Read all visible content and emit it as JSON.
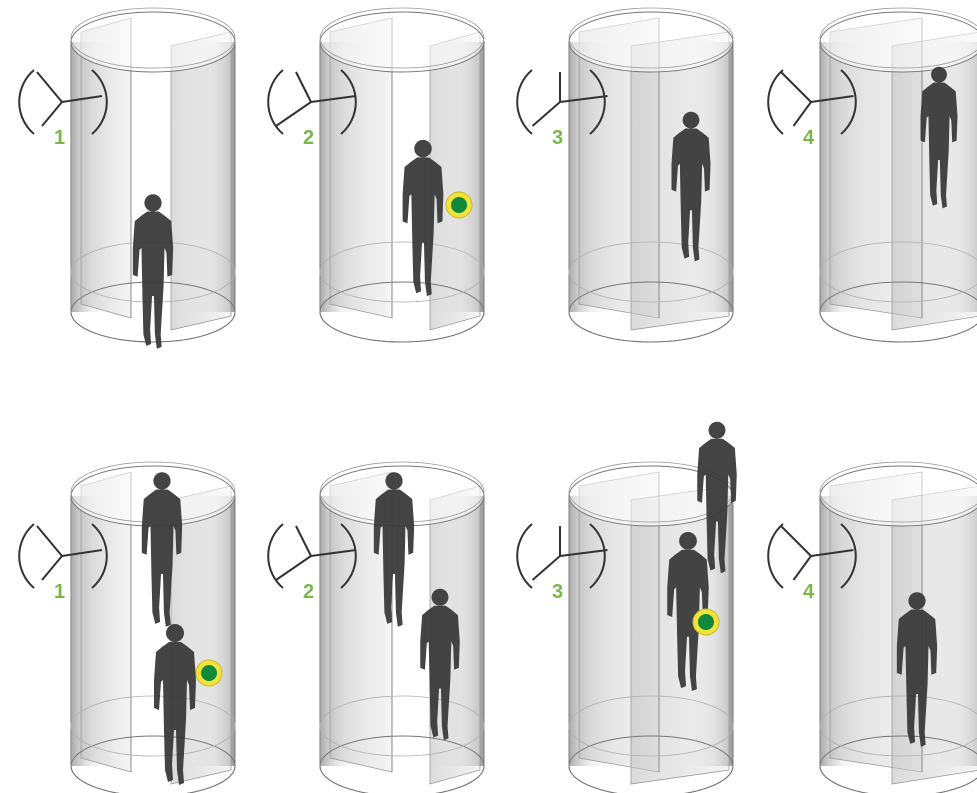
{
  "colors": {
    "step_number": "#7ab648",
    "silhouette": "#3a3a3a",
    "sensor_ring": "#f2e33c",
    "sensor_fill": "#0e8a3a",
    "outline": "#777777"
  },
  "rows": [
    {
      "panels": [
        {
          "step": "1",
          "sensor": false,
          "people": 1
        },
        {
          "step": "2",
          "sensor": true,
          "people": 1
        },
        {
          "step": "3",
          "sensor": false,
          "people": 1
        },
        {
          "step": "4",
          "sensor": false,
          "people": 1
        }
      ]
    },
    {
      "panels": [
        {
          "step": "1",
          "sensor": true,
          "people": 2
        },
        {
          "step": "2",
          "sensor": false,
          "people": 2
        },
        {
          "step": "3",
          "sensor": true,
          "people": 2
        },
        {
          "step": "4",
          "sensor": false,
          "people": 1
        }
      ]
    }
  ],
  "icons": {
    "door_plan": "revolving-door-plan-icon",
    "sensor": "presence-sensor-icon",
    "person": "person-silhouette-icon"
  }
}
